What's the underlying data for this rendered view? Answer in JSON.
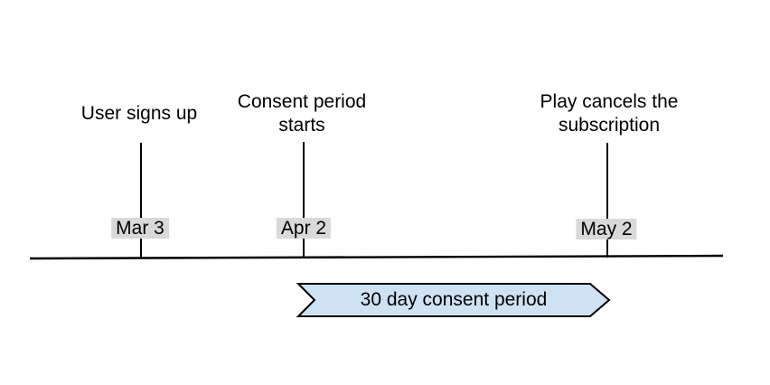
{
  "diagram": {
    "events": [
      {
        "label": "User signs up",
        "date": "Mar 3"
      },
      {
        "label": "Consent period starts",
        "date": "Apr 2"
      },
      {
        "label": "Play cancels the subscription",
        "date": "May 2"
      }
    ],
    "period": {
      "label": "30 day consent period",
      "from_date": "Apr 2",
      "to_date": "May 2"
    }
  },
  "colors": {
    "background": "#ffffff",
    "line": "#000000",
    "text": "#000000",
    "date_chip_bg": "#d9d9d9",
    "period_fill": "#cfe2f3",
    "period_stroke": "#000000"
  }
}
